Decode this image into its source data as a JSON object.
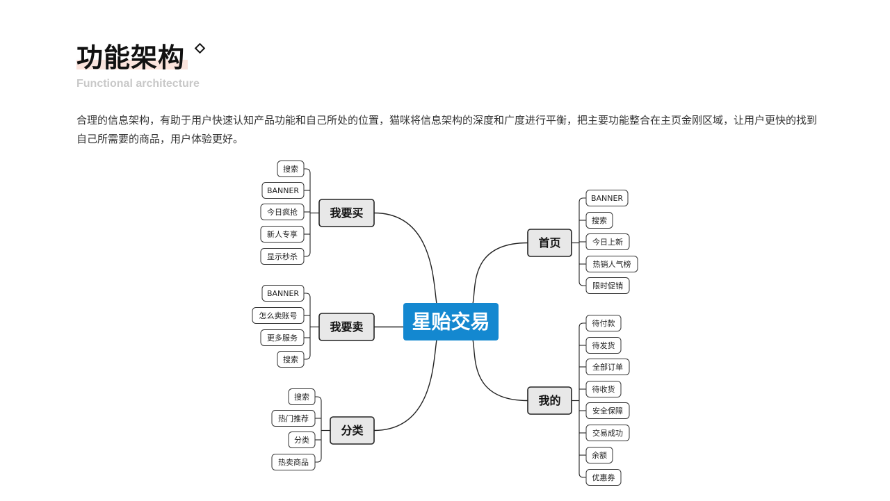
{
  "page": {
    "title": "功能架构",
    "subtitle": "Functional architecture",
    "description": "合理的信息架构，有助于用户快速认知产品功能和自己所处的位置，猫咪将信息架构的深度和广度进行平衡，把主要功能整合在主页金刚区域，让用户更快的找到自己所需要的商品，用户体验更好。"
  },
  "mindmap": {
    "center": "星贻交易",
    "branches": [
      {
        "label": "我要买",
        "leaves": [
          "搜索",
          "BANNER",
          "今日疯抢",
          "新人专享",
          "显示秒杀"
        ]
      },
      {
        "label": "我要卖",
        "leaves": [
          "BANNER",
          "怎么卖账号",
          "更多服务",
          "搜索"
        ]
      },
      {
        "label": "分类",
        "leaves": [
          "搜索",
          "热门推荐",
          "分类",
          "热卖商品"
        ]
      },
      {
        "label": "首页",
        "leaves": [
          "BANNER",
          "搜索",
          "今日上新",
          "热销人气榜",
          "限时促销"
        ]
      },
      {
        "label": "我的",
        "leaves": [
          "待付款",
          "待发货",
          "全部订单",
          "待收货",
          "安全保障",
          "交易成功",
          "余额",
          "优惠券"
        ]
      }
    ]
  },
  "colors": {
    "center_fill": "#1488d0",
    "branch_fill": "#e8e8e8",
    "highlight": "#fbe3dc"
  }
}
